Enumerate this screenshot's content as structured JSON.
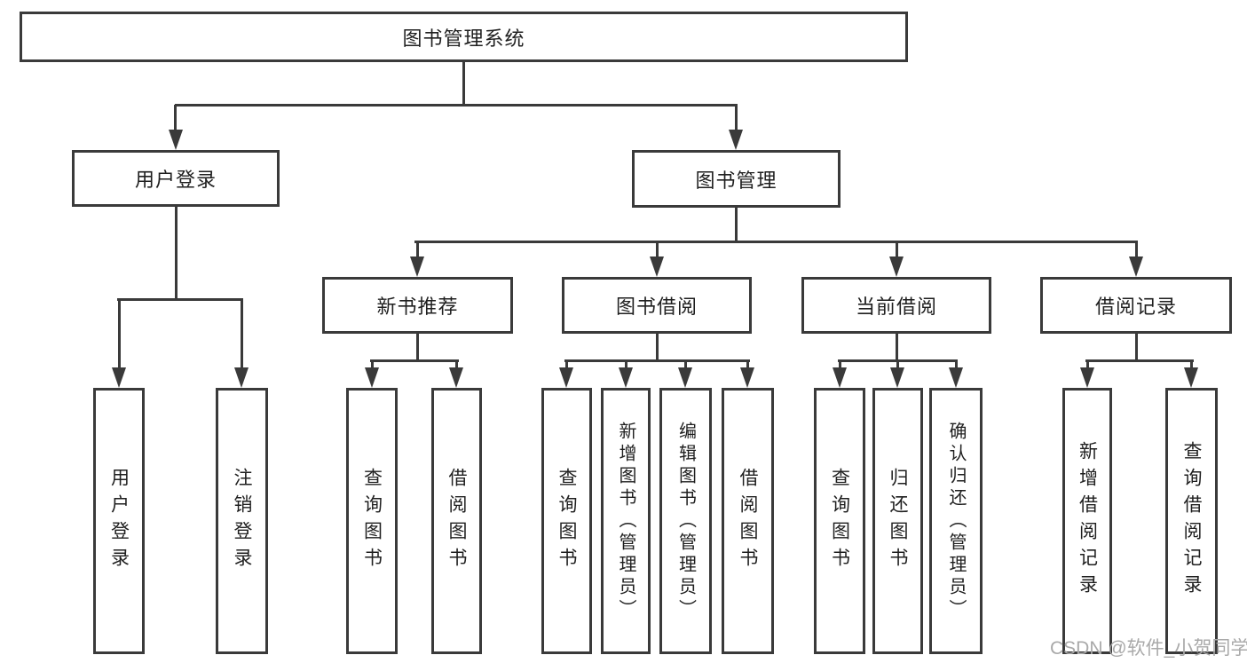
{
  "root": {
    "label": "图书管理系统"
  },
  "branches": [
    {
      "label": "用户登录",
      "children": [
        {
          "label": "用户登录"
        },
        {
          "label": "注销登录"
        }
      ]
    },
    {
      "label": "图书管理",
      "children": [
        {
          "label": "新书推荐",
          "children": [
            {
              "label": "查询图书"
            },
            {
              "label": "借阅图书"
            }
          ]
        },
        {
          "label": "图书借阅",
          "children": [
            {
              "label": "查询图书"
            },
            {
              "label": "新增图书（管理员）"
            },
            {
              "label": "编辑图书（管理员）"
            },
            {
              "label": "借阅图书"
            }
          ]
        },
        {
          "label": "当前借阅",
          "children": [
            {
              "label": "查询图书"
            },
            {
              "label": "归还图书"
            },
            {
              "label": "确认归还（管理员）"
            }
          ]
        },
        {
          "label": "借阅记录",
          "children": [
            {
              "label": "新增借阅记录"
            },
            {
              "label": "查询借阅记录"
            }
          ]
        }
      ]
    }
  ],
  "watermark": {
    "text": "CSDN @软件_小贺同学"
  },
  "colors": {
    "line": "#3a3a3a",
    "text": "#1f1f1f",
    "watermark": "#a9a9a9",
    "background": "#ffffff"
  }
}
